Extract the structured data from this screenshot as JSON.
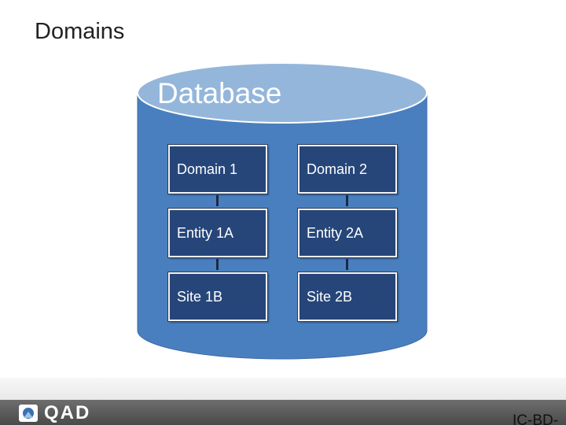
{
  "slide": {
    "title": "Domains"
  },
  "database": {
    "label": "Database"
  },
  "columns": [
    {
      "items": [
        "Domain 1",
        "Entity 1A",
        "Site 1B"
      ]
    },
    {
      "items": [
        "Domain 2",
        "Entity 2A",
        "Site 2B"
      ]
    }
  ],
  "footer": {
    "brand": "QAD",
    "code": "IC-BD-"
  },
  "colors": {
    "database_body": "#4a7fbf",
    "database_top": "#94b6db",
    "node_fill": "#26467a",
    "footer_bar": "#5a5a5a"
  }
}
